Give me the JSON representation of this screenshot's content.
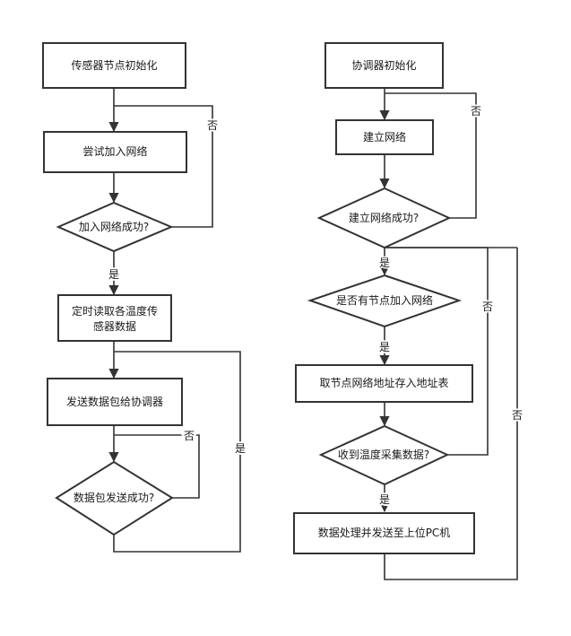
{
  "left": {
    "init": "传感器节点初始化",
    "join": "尝试加入网络",
    "join_ok": "加入网络成功?",
    "read_l1": "定时读取各温度传",
    "read_l2": "感器数据",
    "send": "发送数据包给协调器",
    "send_ok": "数据包发送成功?",
    "lbl_no_join": "否",
    "lbl_yes_join": "是",
    "lbl_no_send": "否",
    "lbl_yes_send": "是"
  },
  "right": {
    "init": "协调器初始化",
    "build": "建立网络",
    "build_ok": "建立网络成功?",
    "has_node": "是否有节点加入网络",
    "store": "取节点网络地址存入地址表",
    "recv": "收到温度采集数据?",
    "process": "数据处理并发送至上位PC机",
    "lbl_no_build": "否",
    "lbl_yes_build": "是",
    "lbl_no_node": "否",
    "lbl_yes_node": "是",
    "lbl_yes_recv": "是",
    "lbl_no_loop": "否"
  }
}
